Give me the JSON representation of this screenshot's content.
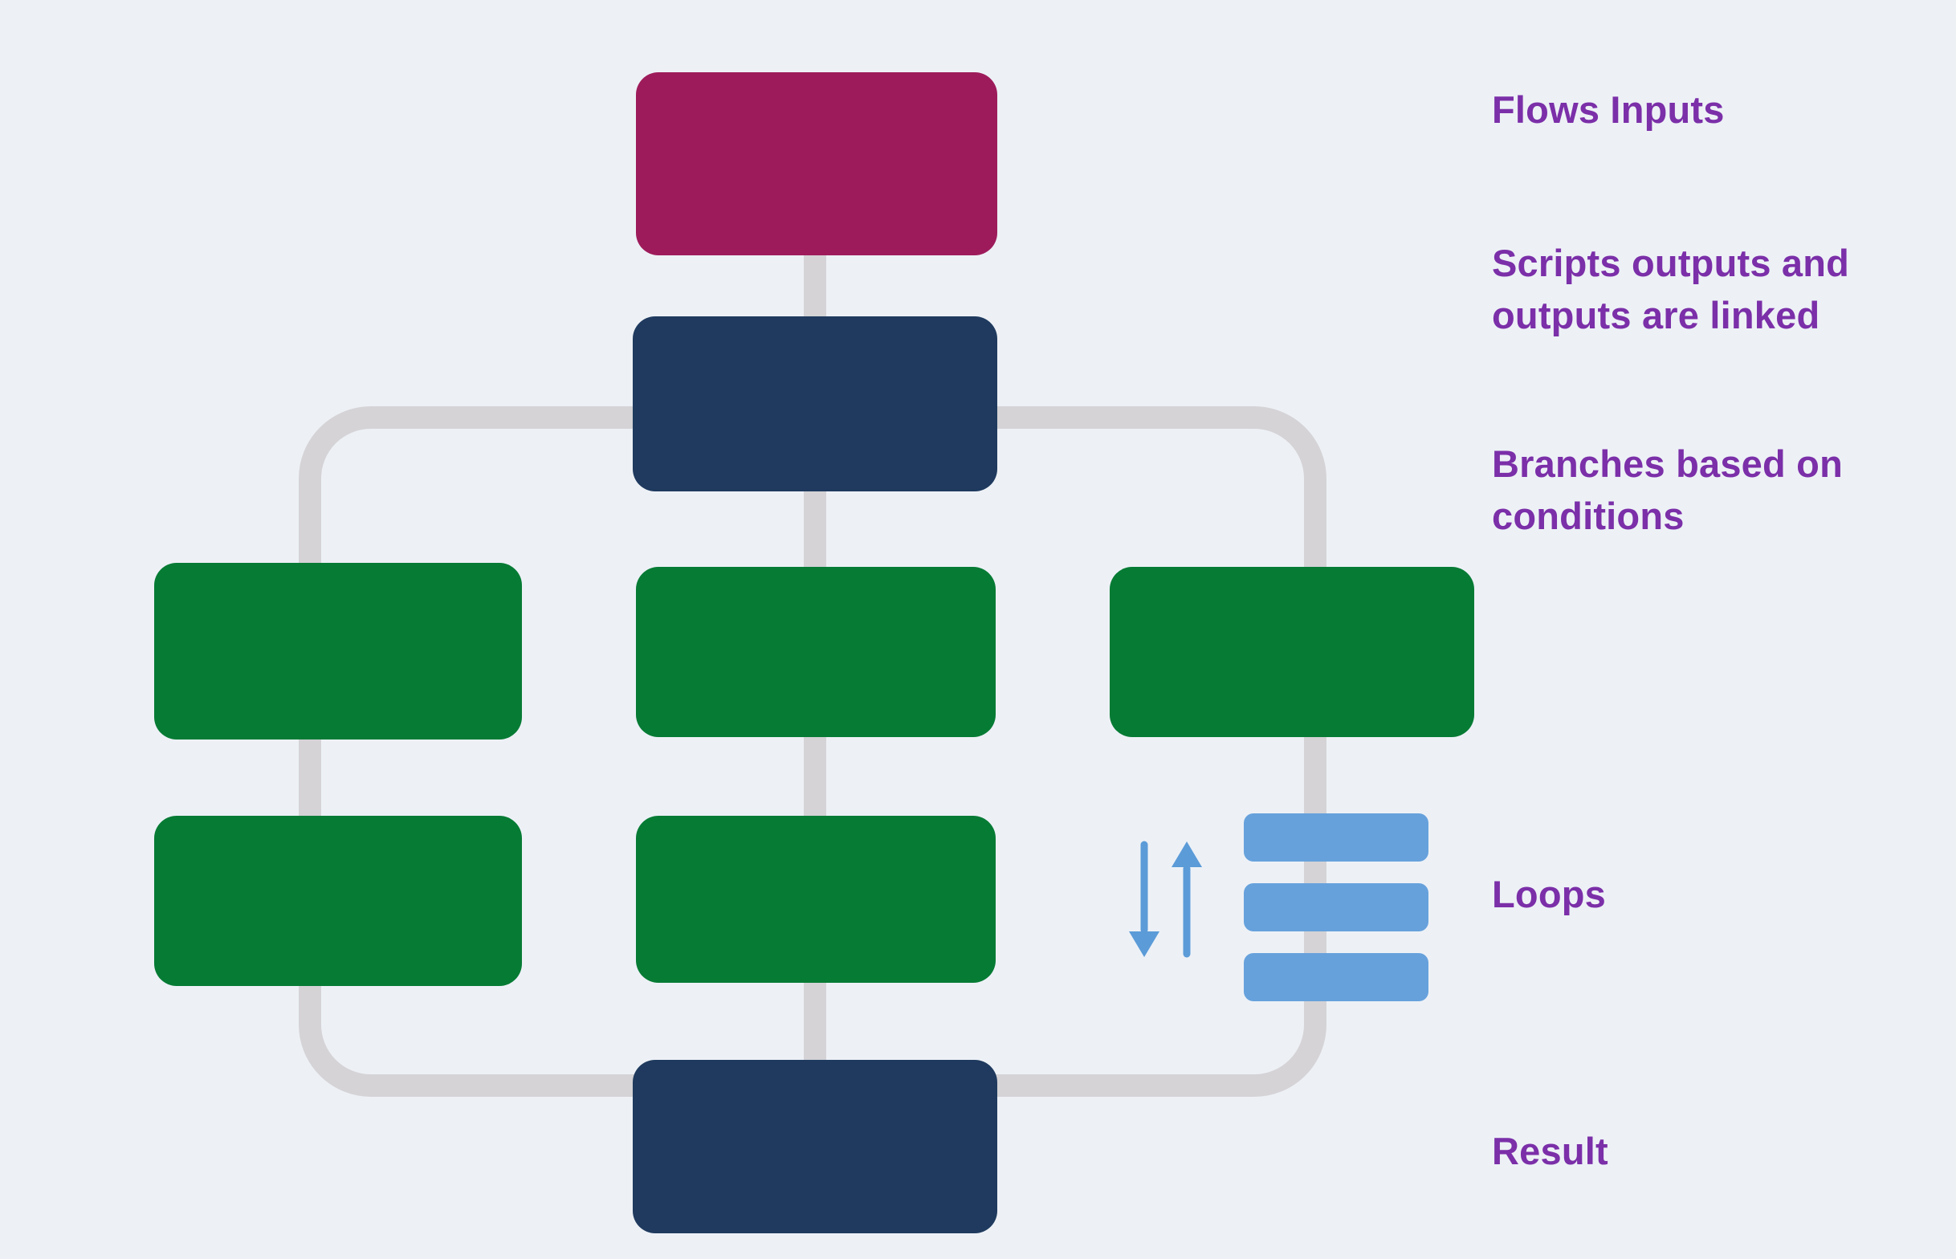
{
  "colors": {
    "background": "#EDF1F6",
    "input_node": "#9E1B5B",
    "script_node": "#1F3A5E",
    "branch_node": "#067B34",
    "connector": "#D5D3D6",
    "loop_icon": "#66A1DC",
    "label_text": "#7B2FA8"
  },
  "labels": {
    "flows_inputs": "Flows Inputs",
    "scripts_linked": "Scripts outputs and outputs are linked",
    "branches": "Branches based on conditions",
    "loops": "Loops",
    "result": "Result"
  },
  "diagram": {
    "nodes": [
      {
        "id": "flow-input",
        "kind": "input",
        "row": 1
      },
      {
        "id": "script-top",
        "kind": "script",
        "row": 2
      },
      {
        "id": "branch-left-1",
        "kind": "branch",
        "row": 3
      },
      {
        "id": "branch-center-1",
        "kind": "branch",
        "row": 3
      },
      {
        "id": "branch-right-1",
        "kind": "branch",
        "row": 3
      },
      {
        "id": "branch-left-2",
        "kind": "branch",
        "row": 4
      },
      {
        "id": "branch-center-2",
        "kind": "branch",
        "row": 4
      },
      {
        "id": "result",
        "kind": "script",
        "row": 5
      }
    ],
    "icons": [
      "swap-arrows-icon",
      "loop-list-icon"
    ]
  }
}
